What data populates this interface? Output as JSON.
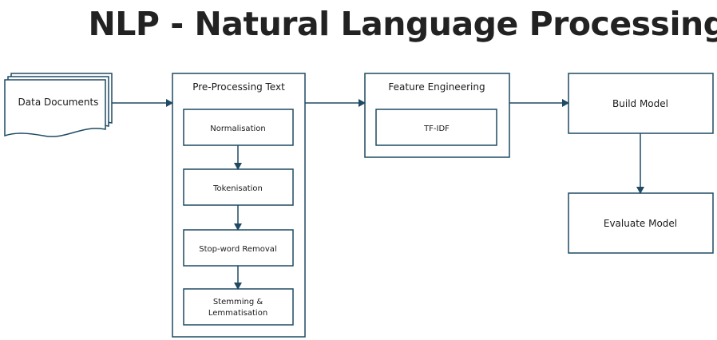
{
  "title": "NLP - Natural Language Processing",
  "colors": {
    "stroke": "#1e4a64",
    "text": "#1a1a1a",
    "background": "#ffffff"
  },
  "nodes": {
    "data_documents": "Data Documents",
    "preprocessing": {
      "label": "Pre-Processing Text",
      "steps": [
        "Normalisation",
        "Tokenisation",
        "Stop-word Removal",
        "Stemming &",
        "Lemmatisation"
      ]
    },
    "feature_engineering": {
      "label": "Feature Engineering",
      "method": "TF-IDF"
    },
    "build_model": "Build Model",
    "evaluate_model": "Evaluate Model"
  }
}
